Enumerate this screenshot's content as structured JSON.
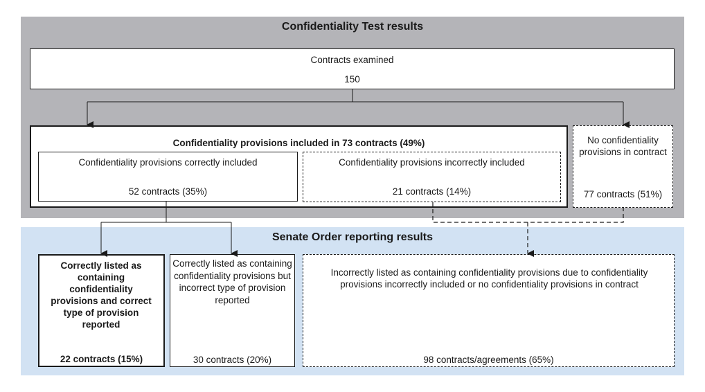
{
  "colors": {
    "top_panel": "#b4b4b8",
    "bottom_panel": "#d2e2f3",
    "box_fill": "#ffffff",
    "line": "#1a1a1a"
  },
  "confidentiality_test": {
    "title": "Confidentiality Test results",
    "examined": {
      "label": "Contracts examined",
      "count": "150"
    },
    "included": {
      "label": "Confidentiality provisions included in 73 contracts (49%)",
      "correct": {
        "label": "Confidentiality provisions correctly included",
        "count": "52 contracts (35%)"
      },
      "incorrect": {
        "label": "Confidentiality provisions incorrectly included",
        "count": "21 contracts (14%)"
      }
    },
    "none": {
      "label": "No confidentiality provisions in contract",
      "count": "77 contracts (51%)"
    }
  },
  "senate_order": {
    "title": "Senate Order reporting results",
    "correct_type": {
      "label": "Correctly listed as containing confidentiality provisions and correct type of provision reported",
      "count": "22 contracts (15%)"
    },
    "incorrect_type": {
      "label": "Correctly listed as containing confidentiality provisions but incorrect type of provision reported",
      "count": "30 contracts (20%)"
    },
    "incorrectly_listed": {
      "label": "Incorrectly listed as containing confidentiality provisions due to confidentiality provisions incorrectly included or no confidentiality provisions in contract",
      "count": "98 contracts/agreements (65%)"
    }
  }
}
